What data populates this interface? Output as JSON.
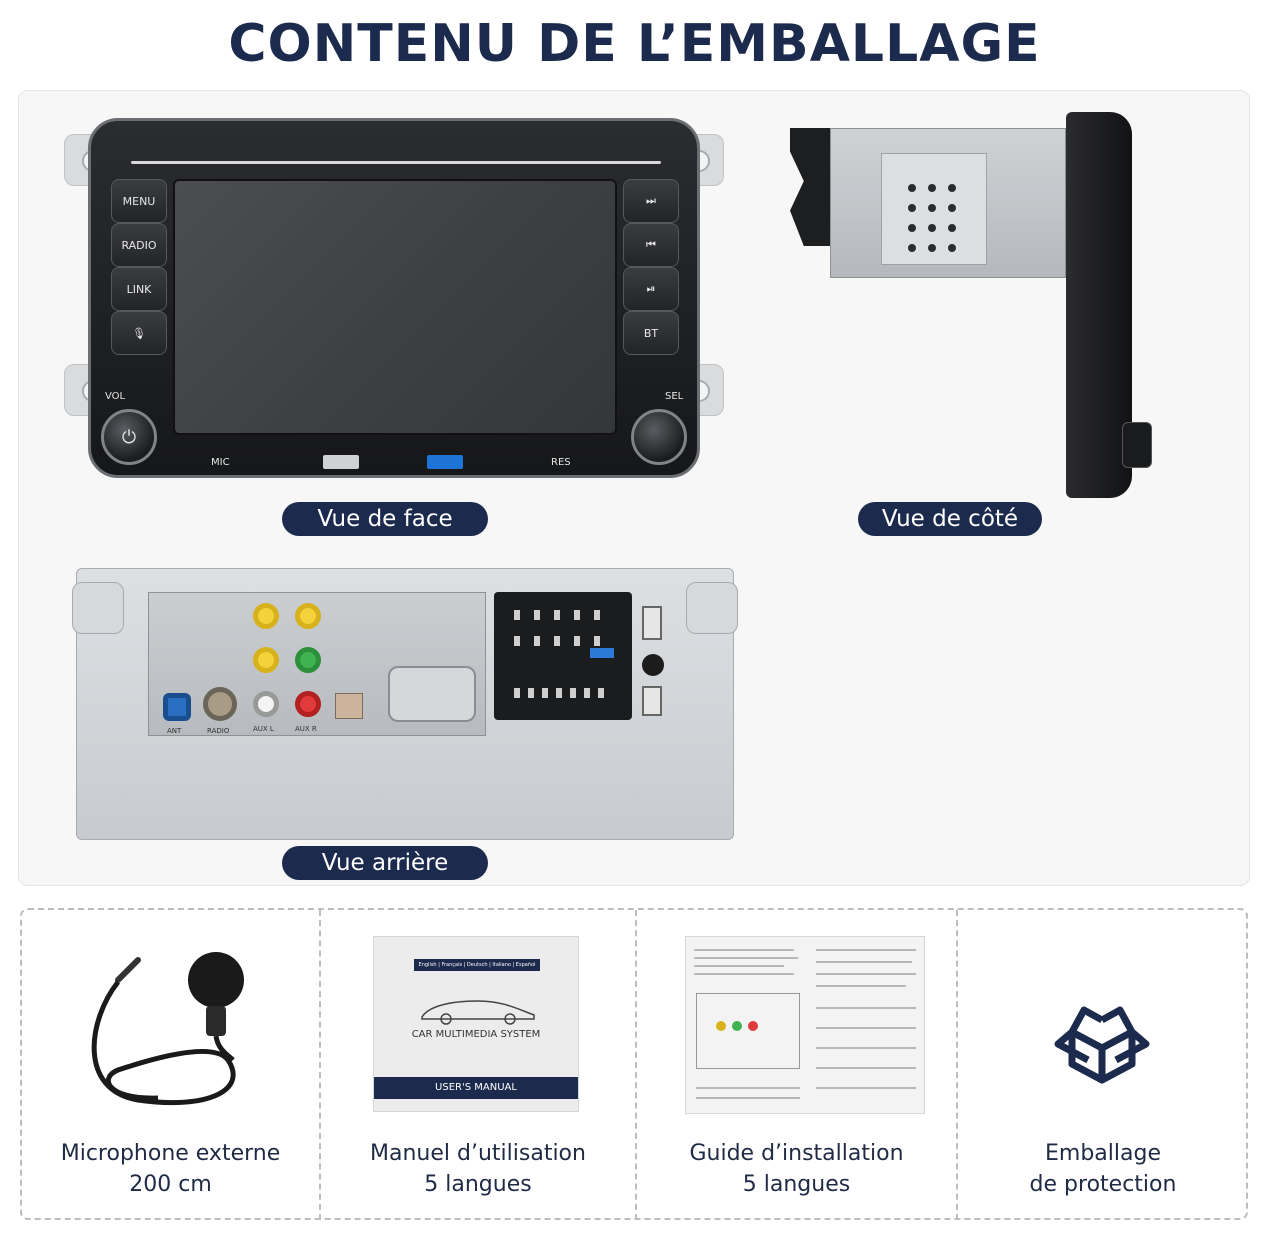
{
  "title": "CONTENU DE L’EMBALLAGE",
  "views": {
    "front": {
      "label": "Vue de face",
      "buttons_left": [
        "MENU",
        "RADIO",
        "LINK",
        "🎙"
      ],
      "buttons_right": [
        "⏭",
        "⏮",
        "⏯",
        "BT"
      ],
      "knob_left_label": "VOL",
      "knob_right_label": "SEL",
      "bottom_labels": {
        "mic": "MIC",
        "res": "RES"
      },
      "power_icon": "⏻"
    },
    "side": {
      "label": "Vue de côté"
    },
    "back": {
      "label": "Vue arrière",
      "port_labels": {
        "ant": "ANT",
        "radio": "RADIO",
        "aux_l": "AUX L",
        "aux_r": "AUX R"
      }
    }
  },
  "items": [
    {
      "line1": "Microphone externe",
      "line2": "200 cm"
    },
    {
      "line1": "Manuel d’utilisation",
      "line2": "5 langues"
    },
    {
      "line1": "Guide d’installation",
      "line2": "5 langues"
    },
    {
      "line1": "Emballage",
      "line2": "de protection"
    }
  ],
  "manual": {
    "languages": "English | Français | Deutsch | Italiano | Español",
    "system": "CAR MULTIMEDIA SYSTEM",
    "footer": "USER'S MANUAL"
  },
  "colors": {
    "navy": "#1c2a4d",
    "usb_blue": "#1e73d6"
  }
}
